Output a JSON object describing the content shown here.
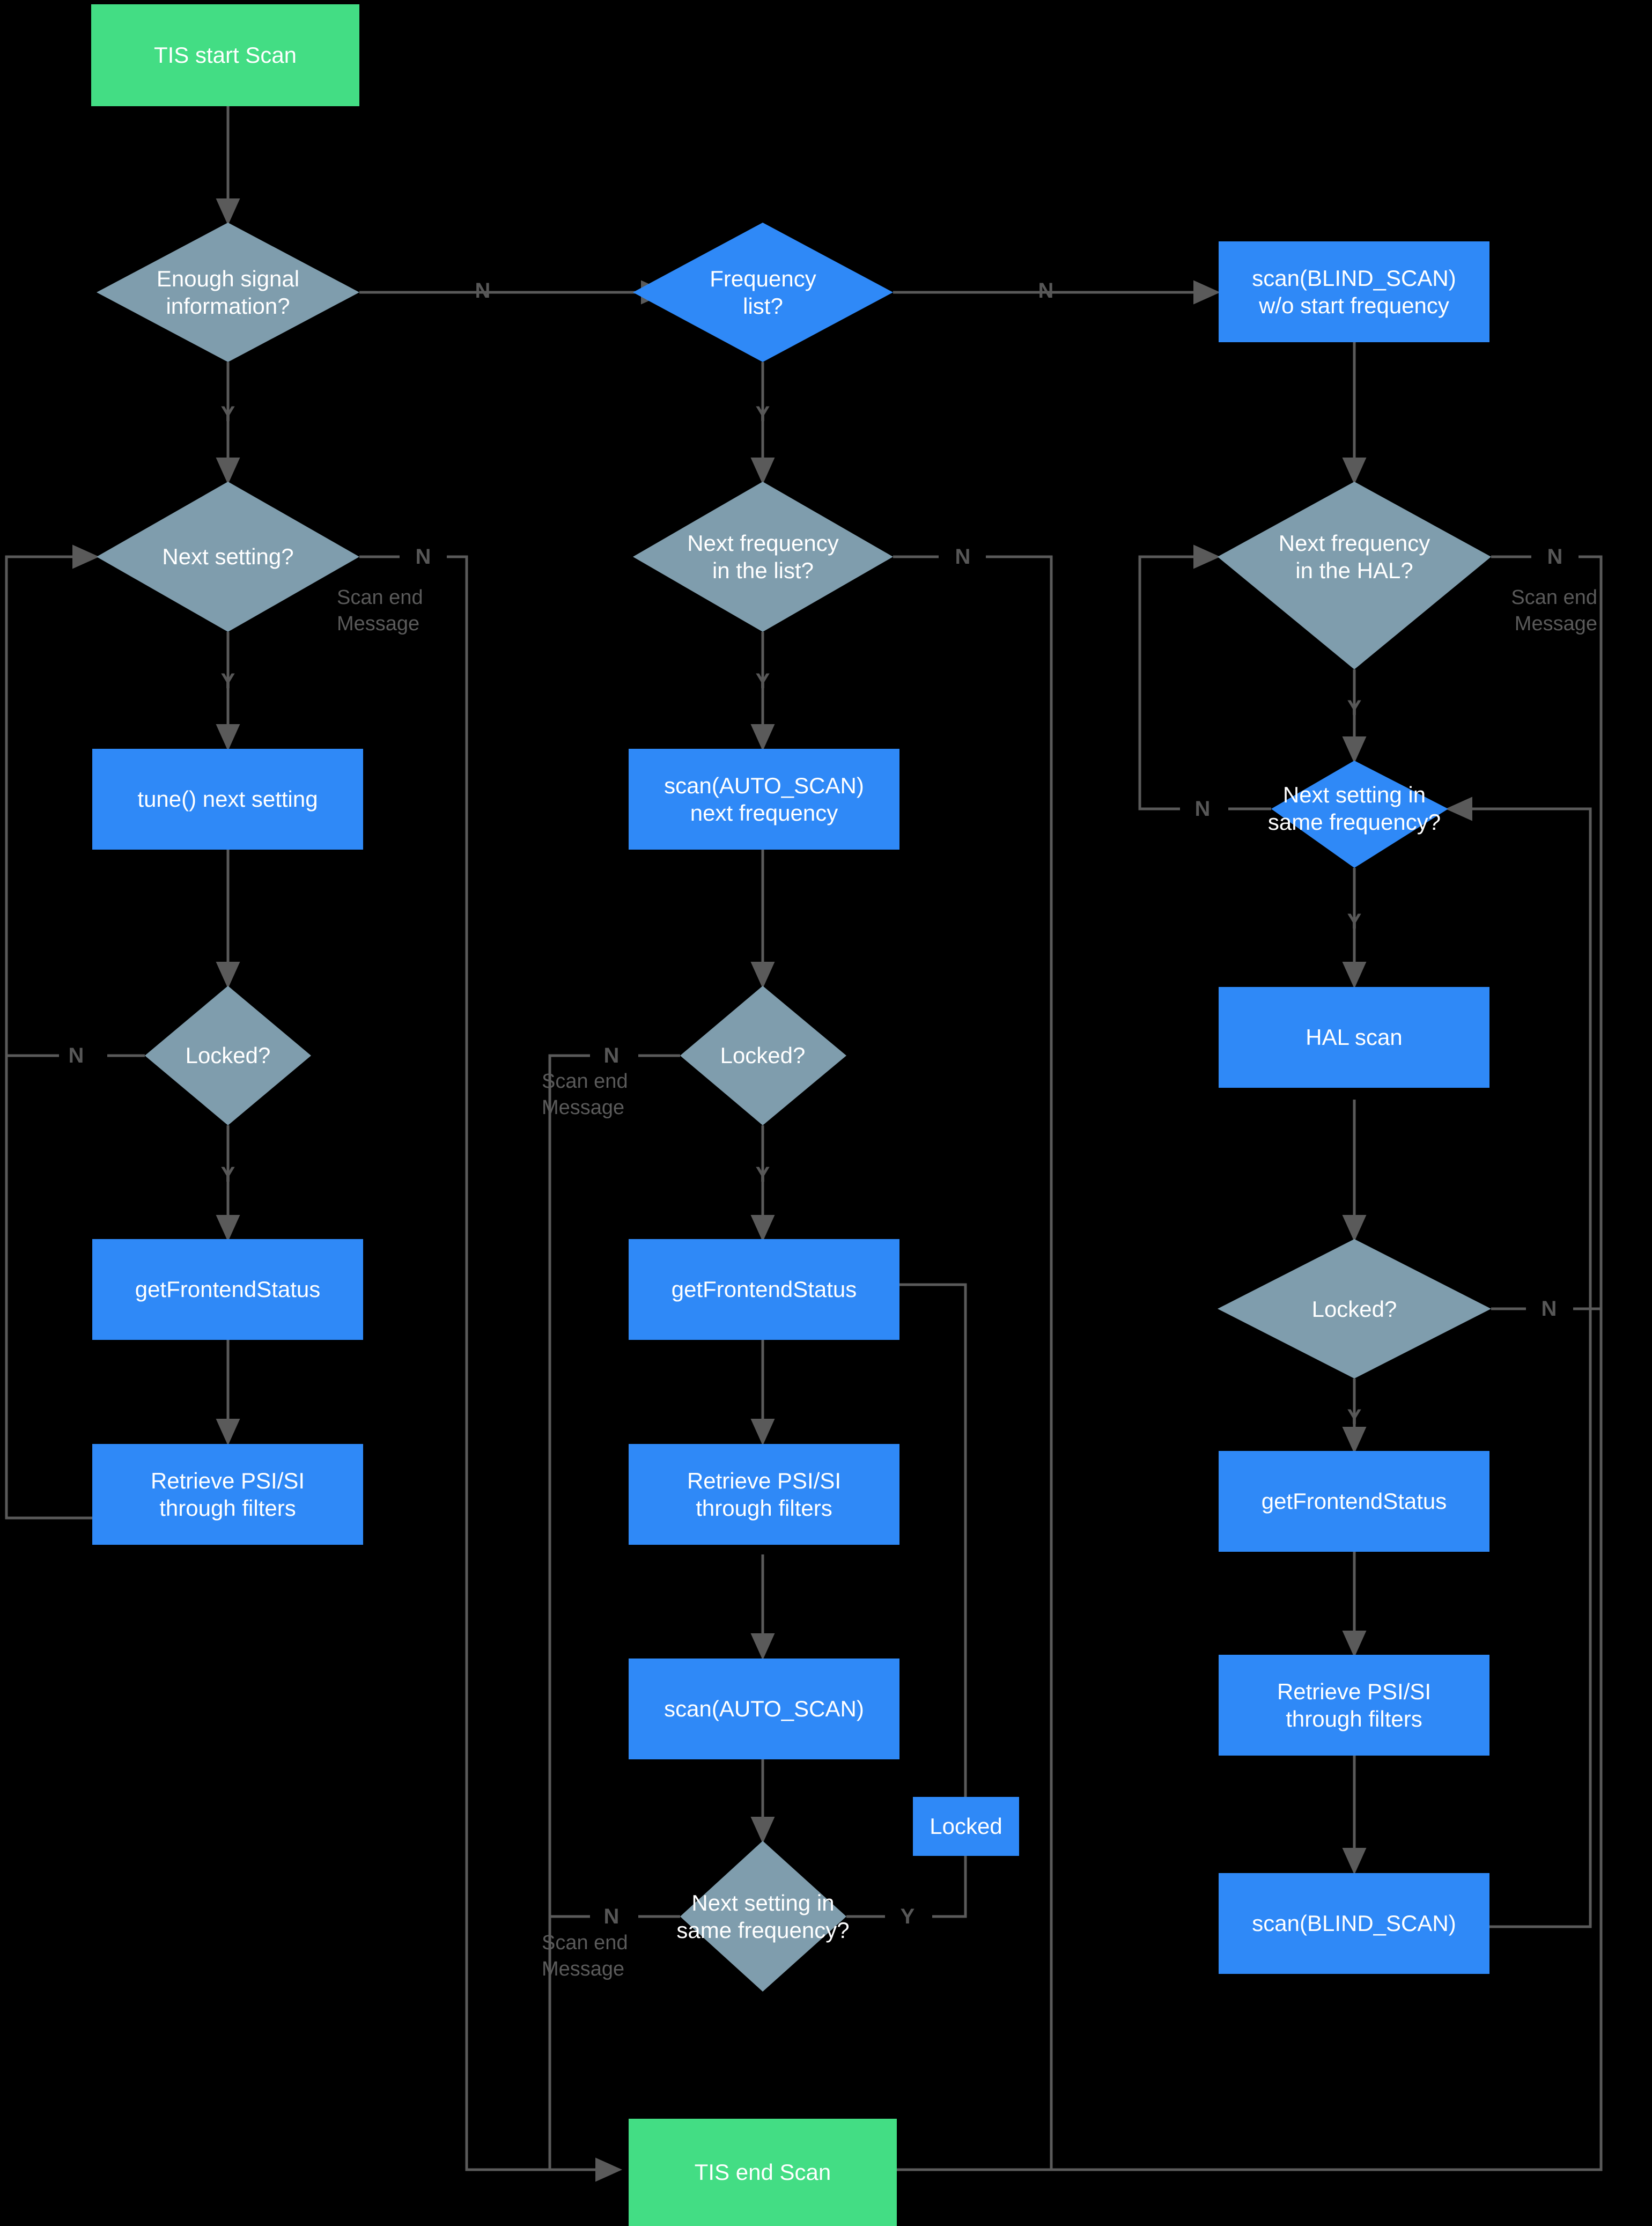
{
  "diagram": {
    "title": "TIS Scan Flowchart",
    "background": "#000000",
    "colors": {
      "terminal": "#43dd84",
      "process": "#2f89f7",
      "decision_gray": "#7f9dad",
      "decision_blue": "#2f89f7",
      "edge": "#5a5a5a",
      "label_text": "#575757",
      "note_text": "#5a5a5a",
      "node_text": "#ffffff"
    },
    "branch_labels": {
      "yes": "Y",
      "no": "N"
    },
    "notes": {
      "scan_end_message": "Scan end\nMessage"
    },
    "nodes": [
      {
        "id": "tis-start-scan",
        "label": "TIS start Scan",
        "shape": "rect",
        "color": "terminal"
      },
      {
        "id": "enough-signal",
        "label": "Enough signal\ninformation?",
        "shape": "diamond",
        "color": "decision_gray"
      },
      {
        "id": "frequency-list",
        "label": "Frequency\nlist?",
        "shape": "diamond",
        "color": "decision_blue"
      },
      {
        "id": "scan-blind-wo-start",
        "label": "scan(BLIND_SCAN)\nw/o start frequency",
        "shape": "rect",
        "color": "process"
      },
      {
        "id": "next-setting",
        "label": "Next setting?",
        "shape": "diamond",
        "color": "decision_gray"
      },
      {
        "id": "next-frequency-list",
        "label": "Next frequency\nin the list?",
        "shape": "diamond",
        "color": "decision_gray"
      },
      {
        "id": "next-frequency-hal",
        "label": "Next frequency\nin the HAL?",
        "shape": "diamond",
        "color": "decision_gray"
      },
      {
        "id": "tune-next-setting",
        "label": "tune() next setting",
        "shape": "rect",
        "color": "process"
      },
      {
        "id": "scan-auto-next-freq",
        "label": "scan(AUTO_SCAN)\nnext frequency",
        "shape": "rect",
        "color": "process"
      },
      {
        "id": "next-setting-same-freq-right",
        "label": "Next setting in\nsame frequency?",
        "shape": "diamond",
        "color": "decision_blue"
      },
      {
        "id": "locked-left",
        "label": "Locked?",
        "shape": "diamond",
        "color": "decision_gray"
      },
      {
        "id": "locked-middle",
        "label": "Locked?",
        "shape": "diamond",
        "color": "decision_gray"
      },
      {
        "id": "hal-scan",
        "label": "HAL scan",
        "shape": "rect",
        "color": "process"
      },
      {
        "id": "locked-right",
        "label": "Locked?",
        "shape": "diamond",
        "color": "decision_gray"
      },
      {
        "id": "get-frontend-status-left",
        "label": "getFrontendStatus",
        "shape": "rect",
        "color": "process"
      },
      {
        "id": "get-frontend-status-middle",
        "label": "getFrontendStatus",
        "shape": "rect",
        "color": "process"
      },
      {
        "id": "get-frontend-status-right",
        "label": "getFrontendStatus",
        "shape": "rect",
        "color": "process"
      },
      {
        "id": "retrieve-psi-si-left",
        "label": "Retrieve PSI/SI\nthrough filters",
        "shape": "rect",
        "color": "process"
      },
      {
        "id": "retrieve-psi-si-middle",
        "label": "Retrieve PSI/SI\nthrough filters",
        "shape": "rect",
        "color": "process"
      },
      {
        "id": "retrieve-psi-si-right",
        "label": "Retrieve PSI/SI\nthrough filters",
        "shape": "rect",
        "color": "process"
      },
      {
        "id": "scan-auto-scan",
        "label": "scan(AUTO_SCAN)",
        "shape": "rect",
        "color": "process"
      },
      {
        "id": "scan-blind-scan",
        "label": "scan(BLIND_SCAN)",
        "shape": "rect",
        "color": "process"
      },
      {
        "id": "locked-badge",
        "label": "Locked",
        "shape": "rect",
        "color": "process"
      },
      {
        "id": "next-setting-same-freq-middle",
        "label": "Next setting in\nsame frequency?",
        "shape": "diamond",
        "color": "decision_gray"
      },
      {
        "id": "tis-end-scan",
        "label": "TIS end Scan",
        "shape": "rect",
        "color": "terminal"
      }
    ],
    "edge_labels": [
      {
        "id": "enough-signal-no",
        "text": "N"
      },
      {
        "id": "enough-signal-yes",
        "text": "Y"
      },
      {
        "id": "frequency-list-no",
        "text": "N"
      },
      {
        "id": "frequency-list-yes",
        "text": "Y"
      },
      {
        "id": "next-setting-no",
        "text": "N"
      },
      {
        "id": "next-setting-yes",
        "text": "Y"
      },
      {
        "id": "next-frequency-list-no",
        "text": "N"
      },
      {
        "id": "next-frequency-list-yes",
        "text": "Y"
      },
      {
        "id": "next-frequency-hal-no",
        "text": "N"
      },
      {
        "id": "next-frequency-hal-yes",
        "text": "Y"
      },
      {
        "id": "next-setting-same-freq-right-no",
        "text": "N"
      },
      {
        "id": "next-setting-same-freq-right-yes",
        "text": "Y"
      },
      {
        "id": "locked-left-no",
        "text": "N"
      },
      {
        "id": "locked-left-yes",
        "text": "Y"
      },
      {
        "id": "locked-middle-no",
        "text": "N"
      },
      {
        "id": "locked-middle-yes",
        "text": "Y"
      },
      {
        "id": "locked-right-no",
        "text": "N"
      },
      {
        "id": "locked-right-yes",
        "text": "Y"
      },
      {
        "id": "next-setting-same-freq-middle-no",
        "text": "N"
      },
      {
        "id": "next-setting-same-freq-middle-yes",
        "text": "Y"
      }
    ],
    "notes_placed": [
      {
        "id": "note-next-setting",
        "line1": "Scan end",
        "line2": "Message"
      },
      {
        "id": "note-next-frequency-hal",
        "line1": "Scan end",
        "line2": "Message"
      },
      {
        "id": "note-locked-middle",
        "line1": "Scan end",
        "line2": "Message"
      },
      {
        "id": "note-next-setting-same-freq",
        "line1": "Scan end",
        "line2": "Message"
      }
    ]
  }
}
